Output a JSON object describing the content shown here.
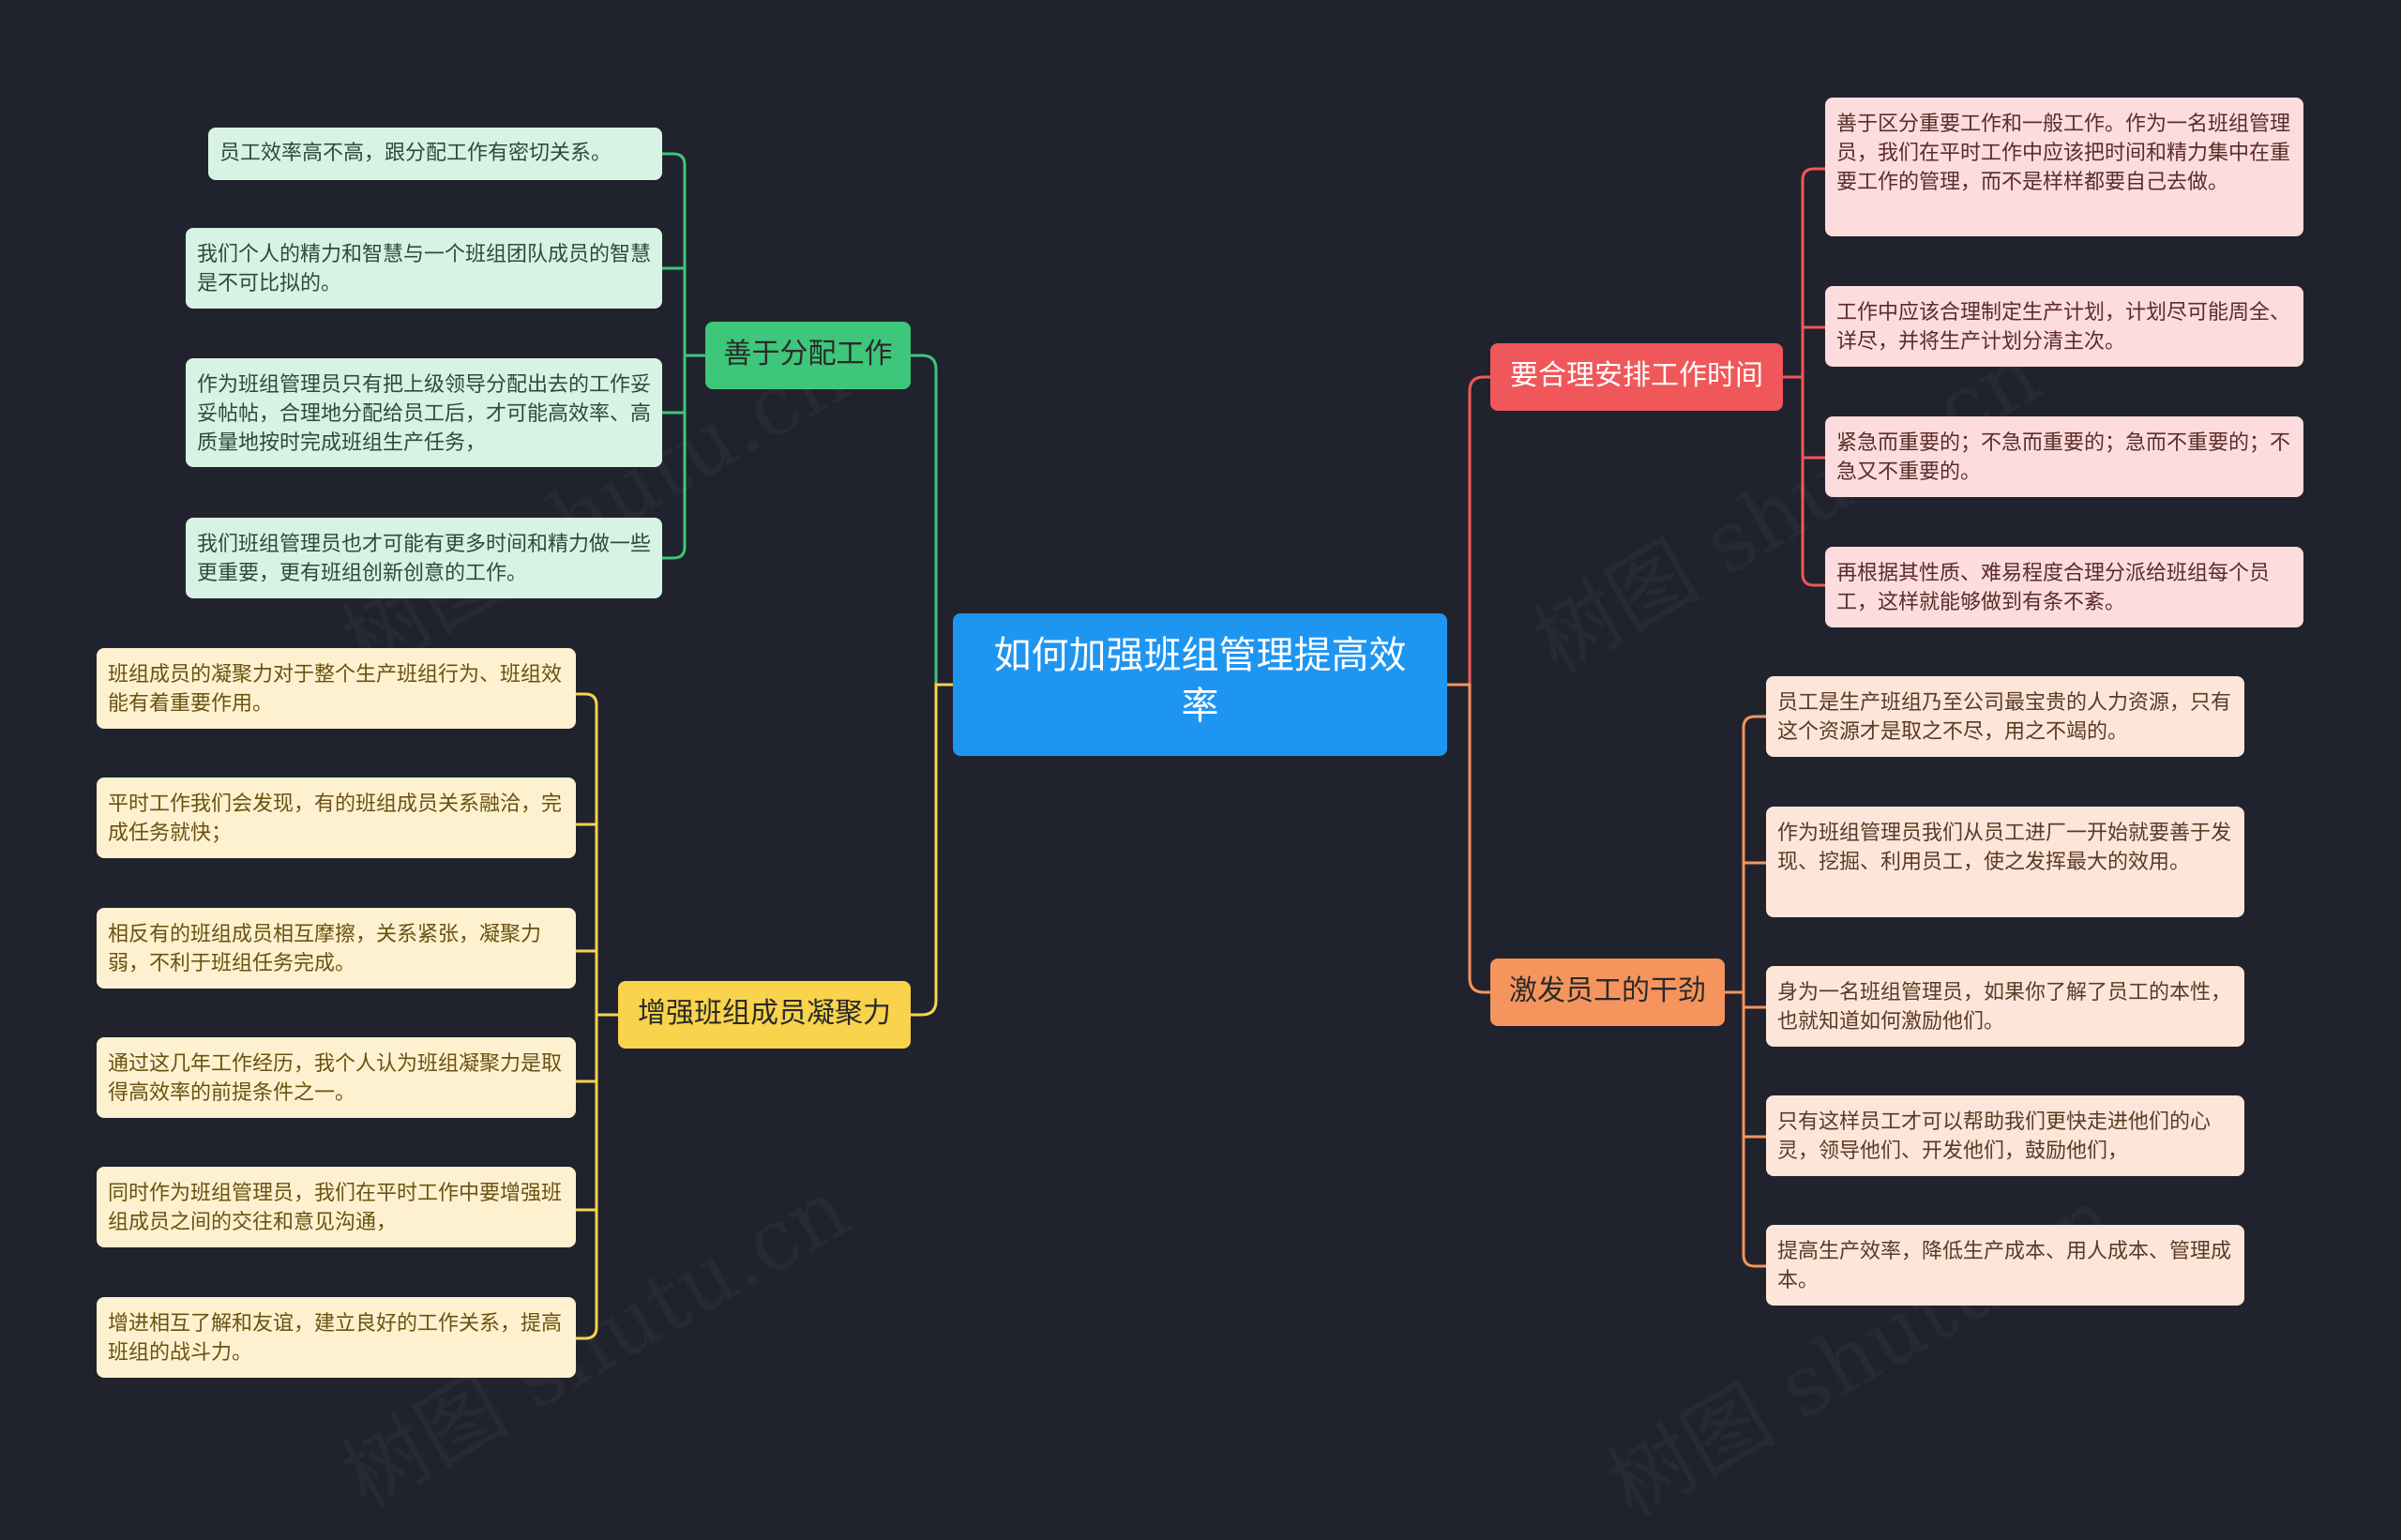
{
  "root": {
    "title": "如何加强班组管理提高效率"
  },
  "branches": {
    "green": {
      "label": "善于分配工作",
      "color": "#3ec67a",
      "items": [
        "员工效率高不高，跟分配工作有密切关系。",
        "我们个人的精力和智慧与一个班组团队成员的智慧是不可比拟的。",
        "作为班组管理员只有把上级领导分配出去的工作妥妥帖帖，合理地分配给员工后，才可能高效率、高质量地按时完成班组生产任务，",
        "我们班组管理员也才可能有更多时间和精力做一些更重要，更有班组创新创意的工作。"
      ]
    },
    "yellow": {
      "label": "增强班组成员凝聚力",
      "color": "#f9d34b",
      "items": [
        "班组成员的凝聚力对于整个生产班组行为、班组效能有着重要作用。",
        "平时工作我们会发现，有的班组成员关系融洽，完成任务就快；",
        "相反有的班组成员相互摩擦，关系紧张，凝聚力弱，不利于班组任务完成。",
        "通过这几年工作经历，我个人认为班组凝聚力是取得高效率的前提条件之一。",
        "同时作为班组管理员，我们在平时工作中要增强班组成员之间的交往和意见沟通，",
        "增进相互了解和友谊，建立良好的工作关系，提高班组的战斗力。"
      ]
    },
    "red": {
      "label": "要合理安排工作时间",
      "color": "#f0575a",
      "items": [
        "善于区分重要工作和一般工作。作为一名班组管理员，我们在平时工作中应该把时间和精力集中在重要工作的管理，而不是样样都要自己去做。",
        "工作中应该合理制定生产计划，计划尽可能周全、详尽，并将生产计划分清主次。",
        "紧急而重要的；不急而重要的；急而不重要的；不急又不重要的。",
        "再根据其性质、难易程度合理分派给班组每个员工，这样就能够做到有条不紊。"
      ]
    },
    "orange": {
      "label": "激发员工的干劲",
      "color": "#f5955d",
      "items": [
        "员工是生产班组乃至公司最宝贵的人力资源，只有这个资源才是取之不尽，用之不竭的。",
        "作为班组管理员我们从员工进厂一开始就要善于发现、挖掘、利用员工，使之发挥最大的效用。",
        "身为一名班组管理员，如果你了解了员工的本性，也就知道如何激励他们。",
        "只有这样员工才可以帮助我们更快走进他们的心灵，领导他们、开发他们，鼓励他们，",
        "提高生产效率，降低生产成本、用人成本、管理成本。"
      ]
    }
  },
  "watermark": "树图 shutu.cn"
}
